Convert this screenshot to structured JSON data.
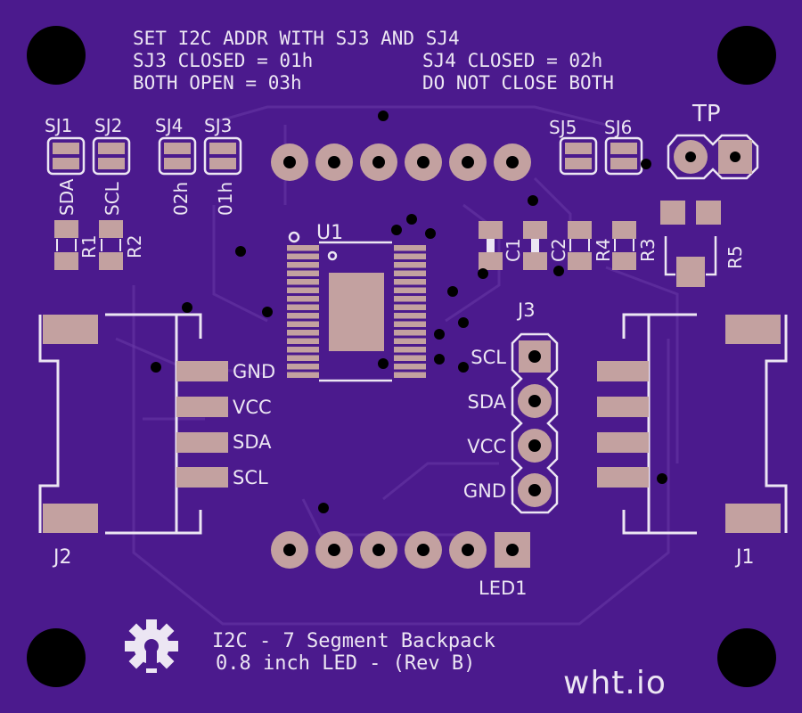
{
  "colors": {
    "board": "#4b1a8d",
    "silkscreen": "#ece6f3",
    "copper_pad": "#c3a1a0",
    "hole": "#000000"
  },
  "notes": {
    "line1": "SET I2C ADDR WITH SJ3 AND SJ4",
    "line2_left": "SJ3 CLOSED = 01h",
    "line2_right": "SJ4 CLOSED = 02h",
    "line3_left": "BOTH OPEN = 03h",
    "line3_right": "DO NOT CLOSE BOTH"
  },
  "jumpers": {
    "sj1": "SJ1",
    "sj2": "SJ2",
    "sj4": "SJ4",
    "sj3": "SJ3",
    "sj5": "SJ5",
    "sj6": "SJ6",
    "sj1_sub": "SDA",
    "sj2_sub": "SCL",
    "sj4_sub": "02h",
    "sj3_sub": "01h"
  },
  "parts": {
    "tp": "TP",
    "r1": "R1",
    "r2": "R2",
    "r3": "R3",
    "r4": "R4",
    "r5": "R5",
    "c1": "C1",
    "c2": "C2",
    "u1": "U1",
    "j3": "J3",
    "j2": "J2",
    "j1": "J1",
    "led1": "LED1"
  },
  "j2_pins": [
    "GND",
    "VCC",
    "SDA",
    "SCL"
  ],
  "j3_pins": [
    "SCL",
    "SDA",
    "VCC",
    "GND"
  ],
  "footer": {
    "title": "I2C - 7 Segment Backpack",
    "subtitle": "0.8 inch LED -  (Rev B)",
    "brand": "wht.io"
  },
  "icons": [
    "gear-logo-icon"
  ]
}
